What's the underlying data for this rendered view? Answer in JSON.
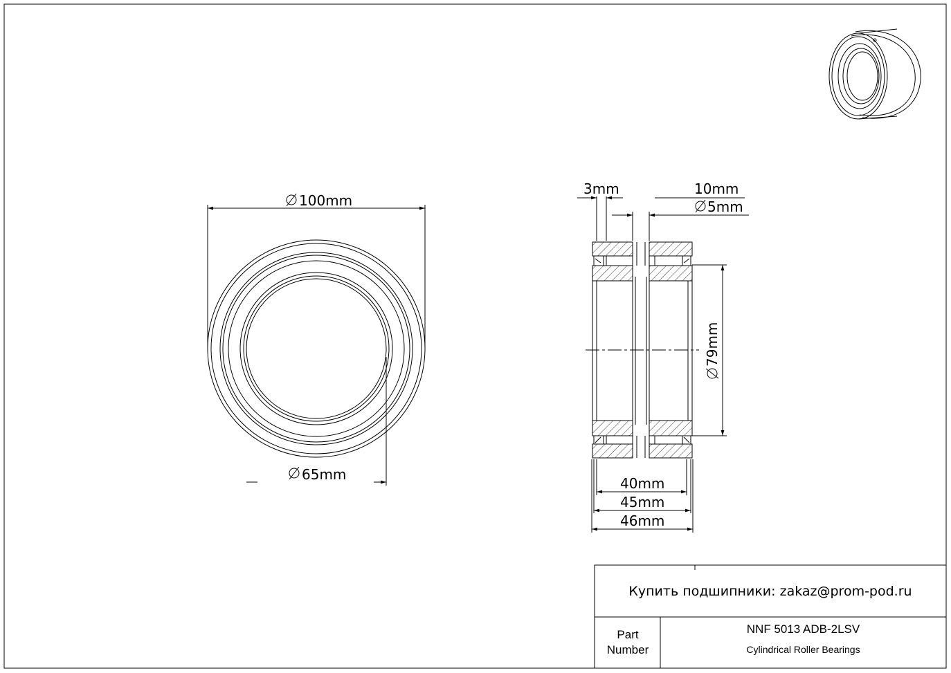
{
  "dimensions": {
    "outer_diameter": "100mm",
    "bore_diameter": "65mm",
    "raceway_diameter": "79mm",
    "hole_diameter": "5mm",
    "groove_offset": "3mm",
    "groove_width": "10mm",
    "width_inner": "40mm",
    "width_mid": "45mm",
    "width_total": "46mm"
  },
  "title_block": {
    "contact": "Купить подшипники: zakaz@prom-pod.ru",
    "part_label_line1": "Part",
    "part_label_line2": "Number",
    "part_number": "NNF 5013 ADB-2LSV",
    "description": "Cylindrical Roller Bearings"
  }
}
